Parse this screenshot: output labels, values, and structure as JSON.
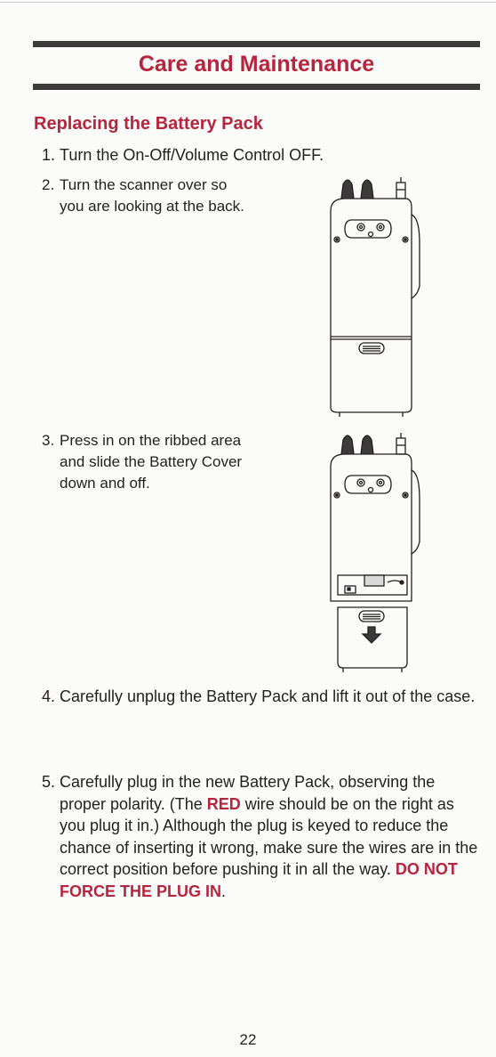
{
  "header": {
    "title": "Care and Maintenance"
  },
  "section": {
    "heading": "Replacing the Battery Pack"
  },
  "steps": [
    {
      "num": "1.",
      "text": "Turn the On-Off/Volume Control OFF."
    },
    {
      "num": "2.",
      "text": "Turn the scanner over so you are looking at the back."
    },
    {
      "num": "3.",
      "text": "Press in on the ribbed area and slide the Battery Cover down and off."
    },
    {
      "num": "4.",
      "text": "Carefully unplug the Battery Pack and lift it out of the case."
    },
    {
      "num": "5.",
      "text_a": "Carefully plug in the new Battery Pack, observing the proper polarity. (The ",
      "text_red": "RED",
      "text_b": " wire should be on the right as you plug it in.) Although the plug is keyed to reduce the chance of inserting it wrong, make sure the wires are in the correct position before pushing it in all the way. ",
      "text_warning": "DO NOT FORCE THE PLUG IN",
      "text_end": "."
    }
  ],
  "figures": {
    "fig1": "scanner-back-view",
    "fig2": "scanner-battery-cover-removed"
  },
  "footer": {
    "page_number": "22"
  },
  "colors": {
    "accent": "#b6243d",
    "rule": "#3d3a3b",
    "text": "#231f20"
  }
}
